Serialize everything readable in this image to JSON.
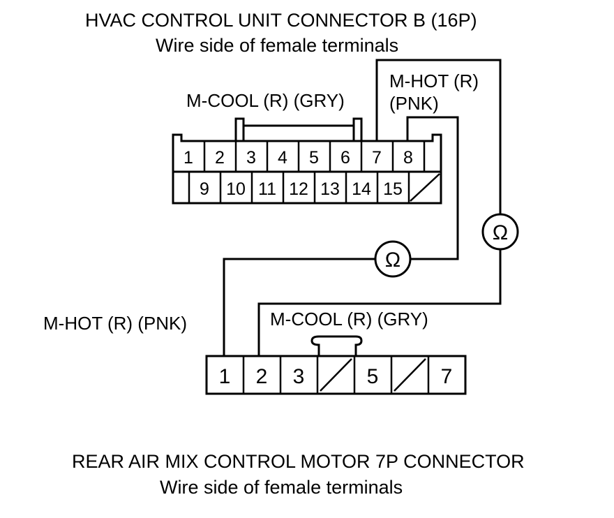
{
  "diagram": {
    "top_connector": {
      "title": "HVAC CONTROL UNIT CONNECTOR B (16P)",
      "subtitle": "Wire side of female terminals",
      "row1_pins": [
        "1",
        "2",
        "3",
        "4",
        "5",
        "6",
        "7",
        "8"
      ],
      "row2_pins": [
        "9",
        "10",
        "11",
        "12",
        "13",
        "14",
        "15"
      ]
    },
    "bottom_connector": {
      "title": "REAR AIR MIX CONTROL MOTOR 7P CONNECTOR",
      "subtitle": "Wire side of female terminals",
      "pins": [
        "1",
        "2",
        "3",
        "5",
        "7"
      ]
    },
    "wire_labels": {
      "top_mcool": "M-COOL (R) (GRY)",
      "top_mhot_line1": "M-HOT (R)",
      "top_mhot_line2": "(PNK)",
      "bottom_mhot": "M-HOT (R) (PNK)",
      "bottom_mcool": "M-COOL (R) (GRY)"
    },
    "meter_symbols": {
      "left_meter": "Ω",
      "right_meter": "Ω"
    }
  }
}
